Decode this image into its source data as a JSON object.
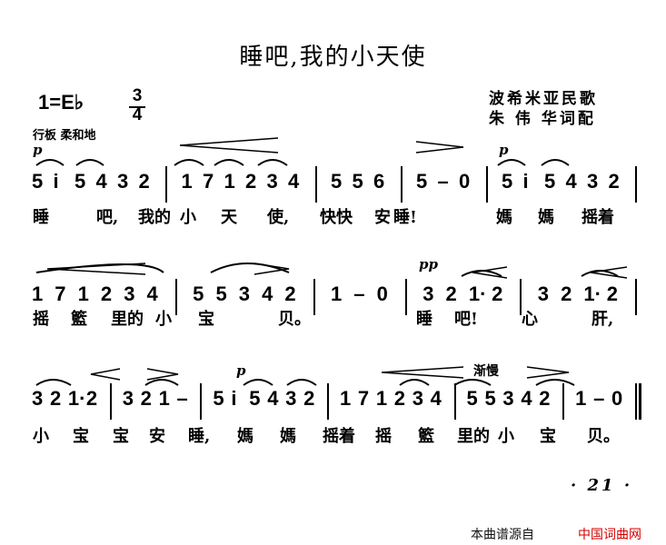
{
  "title": "睡吧,我的小天使",
  "credits": {
    "origin": "波希米亚民歌",
    "arranger": "朱 伟 华词配"
  },
  "key_signature": "1=E♭",
  "time_signature": {
    "top": "3",
    "bottom": "4"
  },
  "tempo_marking": "行板 柔和地",
  "dynamics": {
    "p": "p",
    "pp": "pp"
  },
  "expression": {
    "rit": "渐慢"
  },
  "systems": [
    {
      "notes": [
        "5",
        "i",
        "5",
        "4",
        "3",
        "2",
        "|",
        "1",
        "7",
        "1",
        "2",
        "3",
        "4",
        "|",
        "5",
        "5",
        "6",
        "|",
        "5",
        "–",
        "0",
        "|",
        "5",
        "i",
        "5",
        "4",
        "3",
        "2",
        "|"
      ],
      "lyrics": [
        "睡",
        "吧,",
        "我的",
        "小",
        "天",
        "使,",
        "快快",
        "安",
        "睡!",
        "媽",
        "媽",
        "摇着"
      ]
    },
    {
      "notes": [
        "1",
        "7",
        "1",
        "2",
        "3",
        "4",
        "|",
        "5",
        "5",
        "3",
        "4",
        "2",
        "|",
        "1",
        "–",
        "0",
        "|",
        "3",
        "2",
        "1·",
        "2",
        "|",
        "3",
        "2",
        "1·",
        "2",
        "|"
      ],
      "lyrics": [
        "摇",
        "籃",
        "里的",
        "小",
        "宝",
        "贝。",
        "睡",
        "吧!",
        "心",
        "肝,"
      ]
    },
    {
      "notes": [
        "3",
        "2",
        "1·",
        "2",
        "|",
        "3",
        "2",
        "1",
        "–",
        "|",
        "5",
        "i",
        "5",
        "4",
        "3",
        "2",
        "|",
        "1",
        "7",
        "1",
        "2",
        "3",
        "4",
        "|",
        "5",
        "5",
        "3",
        "4",
        "2",
        "|",
        "1",
        "–",
        "0",
        "‖"
      ],
      "lyrics": [
        "小",
        "宝",
        "宝",
        "安",
        "睡,",
        "媽",
        "媽",
        "摇着",
        "摇",
        "籃",
        "里的",
        "小",
        "宝",
        "贝。"
      ]
    }
  ],
  "page_number": "· 21 ·",
  "footer": {
    "left": "本曲谱源自",
    "right": "中国词曲网"
  }
}
